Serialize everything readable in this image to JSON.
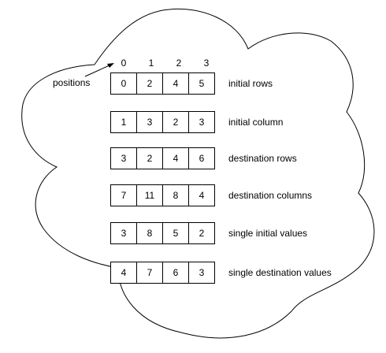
{
  "positions_label": "positions",
  "indices": [
    "0",
    "1",
    "2",
    "3"
  ],
  "arrays": [
    {
      "label": "initial rows",
      "values": [
        "0",
        "2",
        "4",
        "5"
      ]
    },
    {
      "label": "initial column",
      "values": [
        "1",
        "3",
        "2",
        "3"
      ]
    },
    {
      "label": "destination rows",
      "values": [
        "3",
        "2",
        "4",
        "6"
      ]
    },
    {
      "label": "destination columns",
      "values": [
        "7",
        "11",
        "8",
        "4"
      ]
    },
    {
      "label": "single initial values",
      "values": [
        "3",
        "8",
        "5",
        "2"
      ]
    },
    {
      "label": "single destination values",
      "values": [
        "4",
        "7",
        "6",
        "3"
      ]
    }
  ]
}
